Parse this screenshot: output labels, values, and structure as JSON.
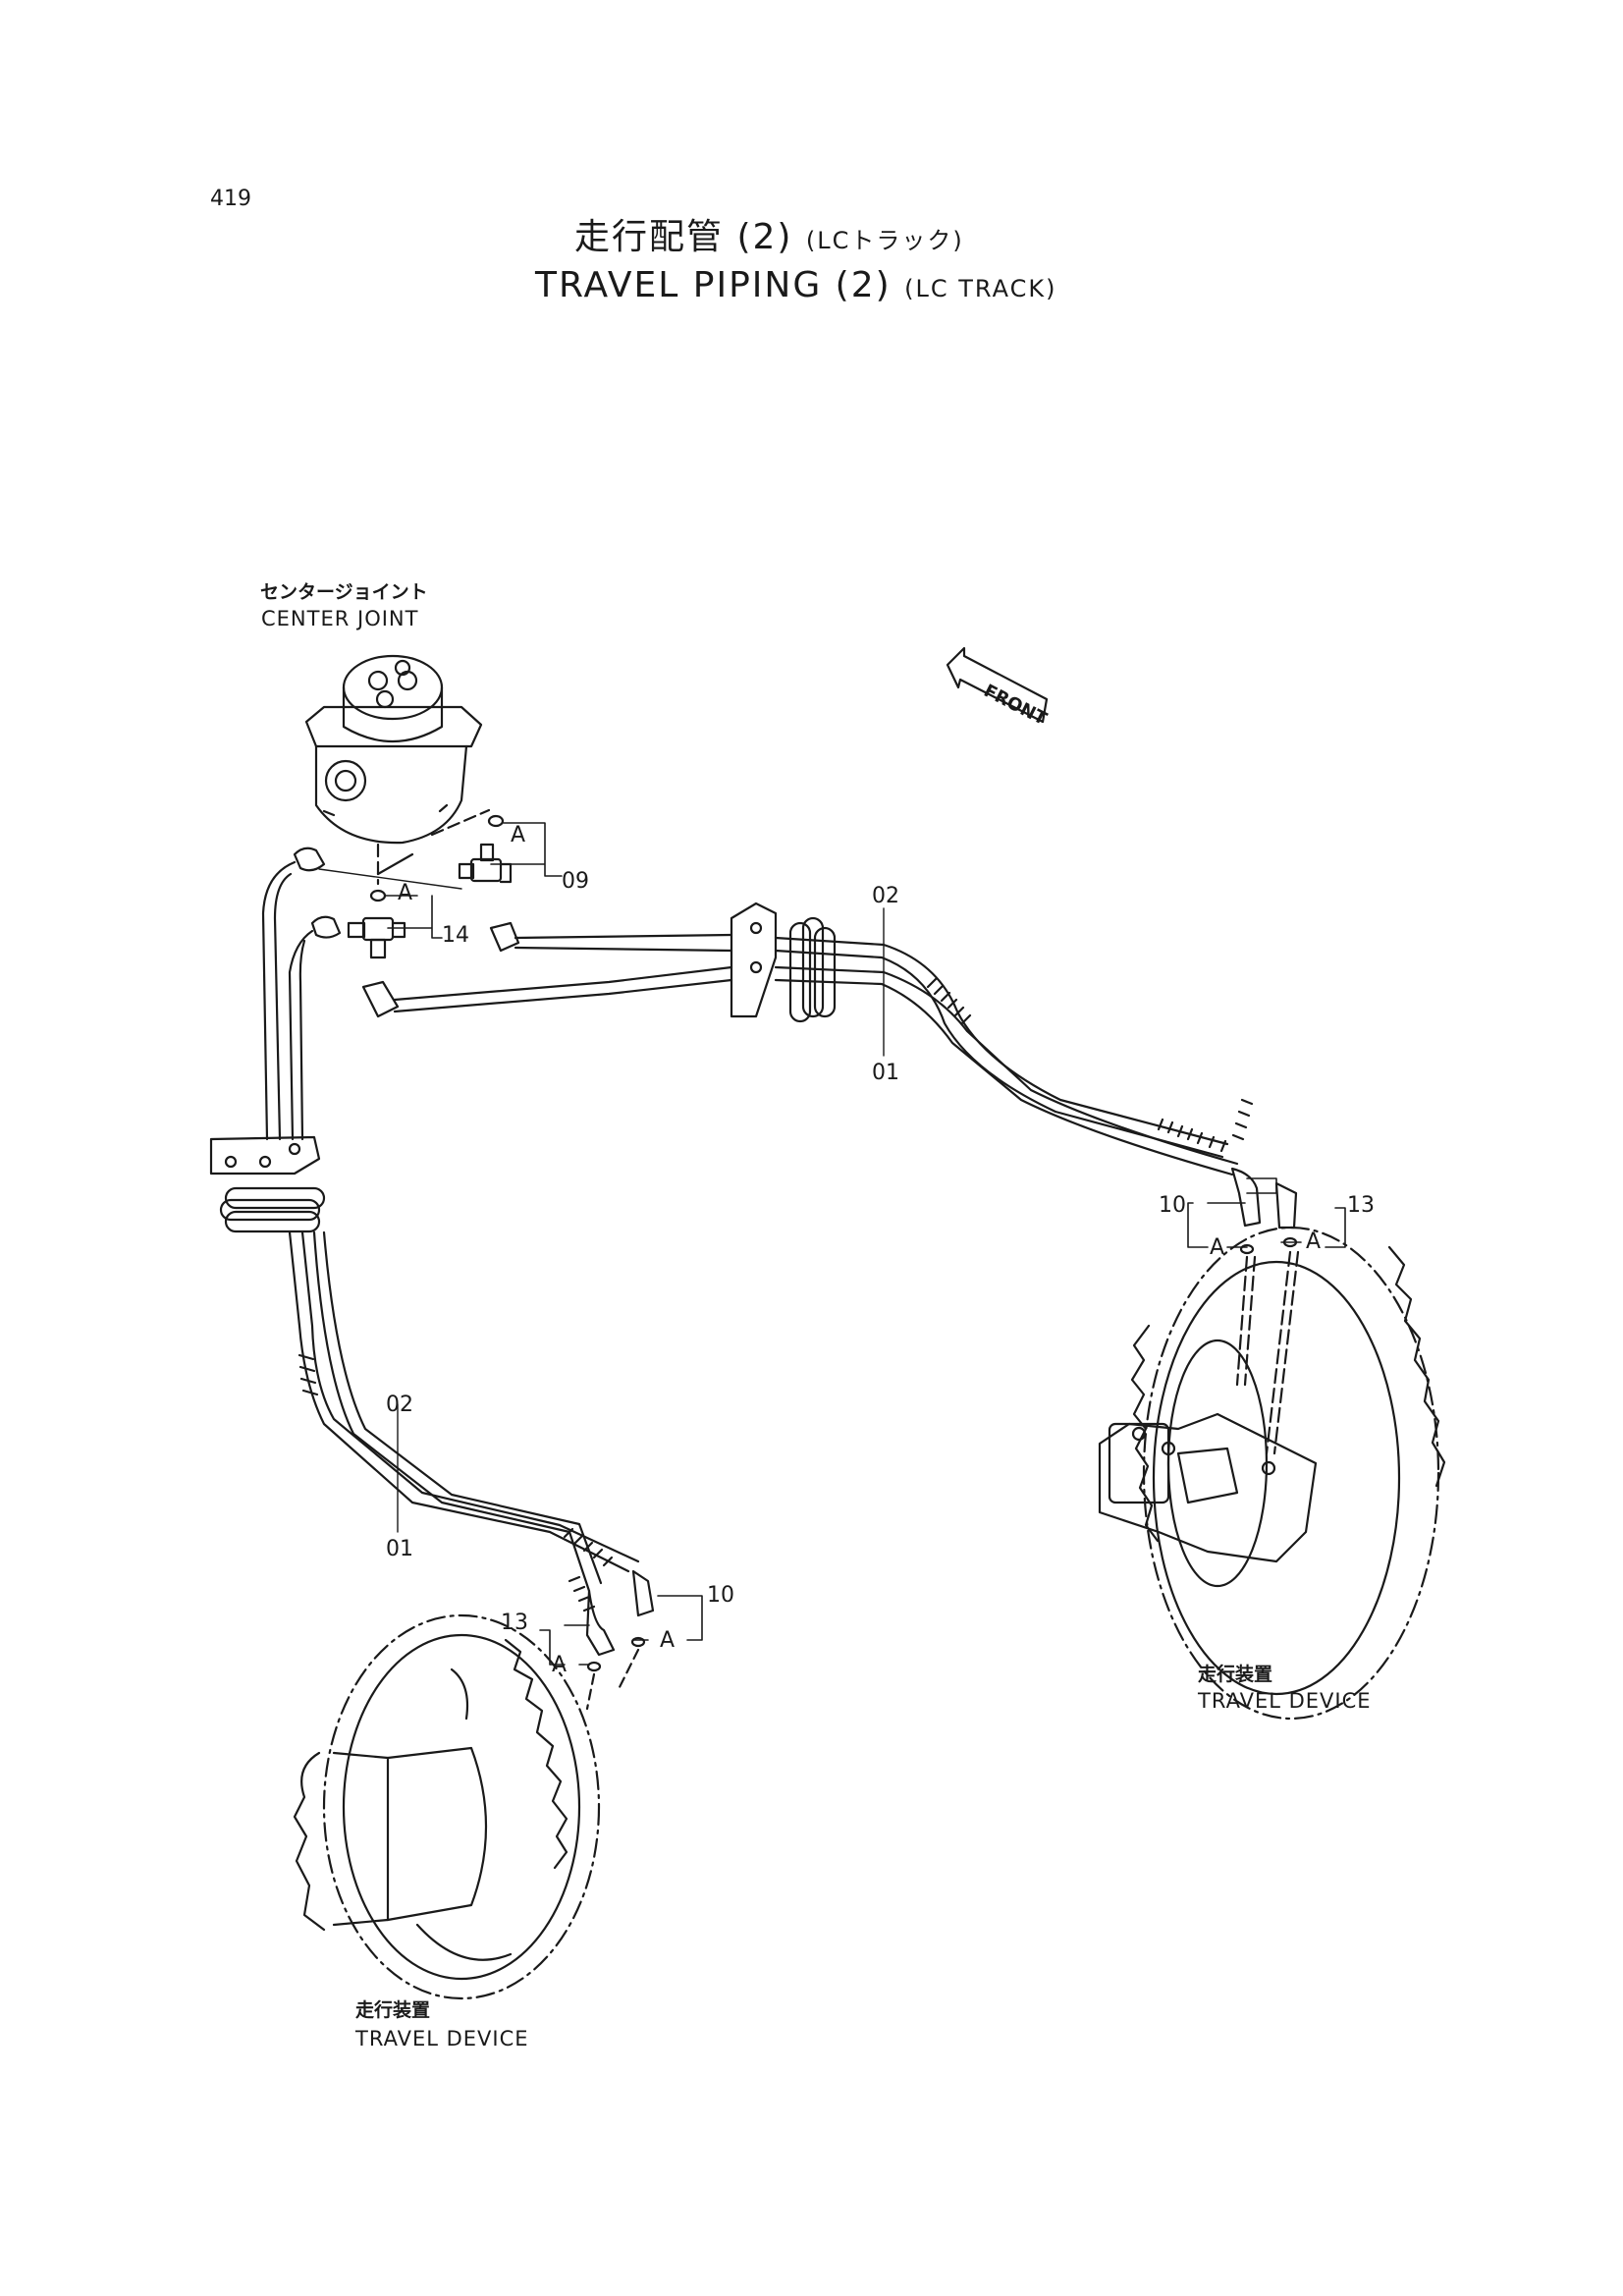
{
  "page_number": "419",
  "title": {
    "jp_main": "走行配管 (2)",
    "jp_sub": "(LCトラック)",
    "en_main": "TRAVEL PIPING (2)",
    "en_sub": "(LC TRACK)"
  },
  "labels": {
    "center_joint_jp": "センタージョイント",
    "center_joint_en": "CENTER JOINT",
    "front": "FRONT",
    "travel_device_jp": "走行装置",
    "travel_device_en": "TRAVEL DEVICE"
  },
  "callouts": {
    "p01": "01",
    "p02": "02",
    "p09": "09",
    "p10": "10",
    "p13": "13",
    "p14": "14",
    "a": "A"
  },
  "colors": {
    "ink": "#1a1a1a",
    "paper": "#ffffff"
  }
}
